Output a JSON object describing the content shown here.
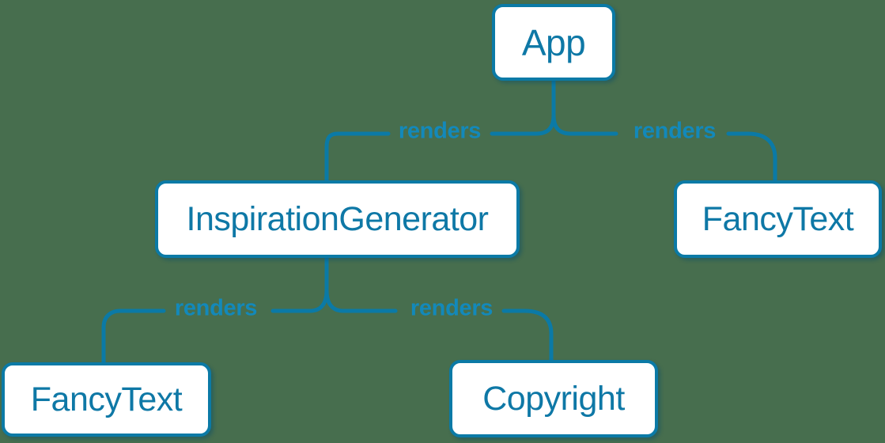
{
  "colors": {
    "background": "#476E4E",
    "stroke": "#0B7AA6",
    "node_fill": "#FFFFFF",
    "node_text": "#0E78A6",
    "label_text": "#1389BA"
  },
  "nodes": [
    {
      "id": "app",
      "label": "App"
    },
    {
      "id": "inspiration-generator",
      "label": "InspirationGenerator"
    },
    {
      "id": "fancy-text-top",
      "label": "FancyText"
    },
    {
      "id": "fancy-text-bottom",
      "label": "FancyText"
    },
    {
      "id": "copyright",
      "label": "Copyright"
    }
  ],
  "edges": [
    {
      "from": "App",
      "to": "InspirationGenerator",
      "label": "renders"
    },
    {
      "from": "App",
      "to": "FancyText",
      "label": "renders"
    },
    {
      "from": "InspirationGenerator",
      "to": "FancyText",
      "label": "renders"
    },
    {
      "from": "InspirationGenerator",
      "to": "Copyright",
      "label": "renders"
    }
  ]
}
